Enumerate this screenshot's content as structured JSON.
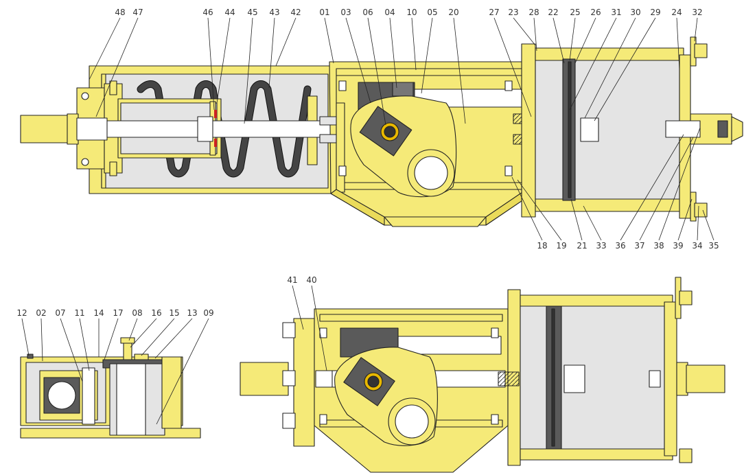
{
  "colors": {
    "body": "#f5ea78",
    "body_dark": "#eadb5a",
    "cylinder": "#e4e4e4",
    "steel": "#ffffff",
    "dark_part": "#5a5a5a",
    "piston_seal": "#777777",
    "gold": "#e8b800",
    "red_seal": "#cc2222",
    "line": "#222222"
  },
  "views": {
    "main": {
      "labels_top": [
        "48",
        "47",
        "46",
        "44",
        "45",
        "43",
        "42",
        "01",
        "03",
        "06",
        "04",
        "10",
        "05",
        "20",
        "27",
        "23",
        "28",
        "22",
        "25",
        "26",
        "31",
        "30",
        "29",
        "24",
        "32"
      ],
      "labels_bottom": [
        "18",
        "19",
        "21",
        "33",
        "36",
        "37",
        "38",
        "39",
        "34",
        "35"
      ]
    },
    "side": {
      "labels": [
        "12",
        "02",
        "07",
        "11",
        "14",
        "17",
        "08",
        "16",
        "15",
        "13",
        "09"
      ]
    },
    "secondary": {
      "labels": [
        "41",
        "40"
      ]
    }
  }
}
